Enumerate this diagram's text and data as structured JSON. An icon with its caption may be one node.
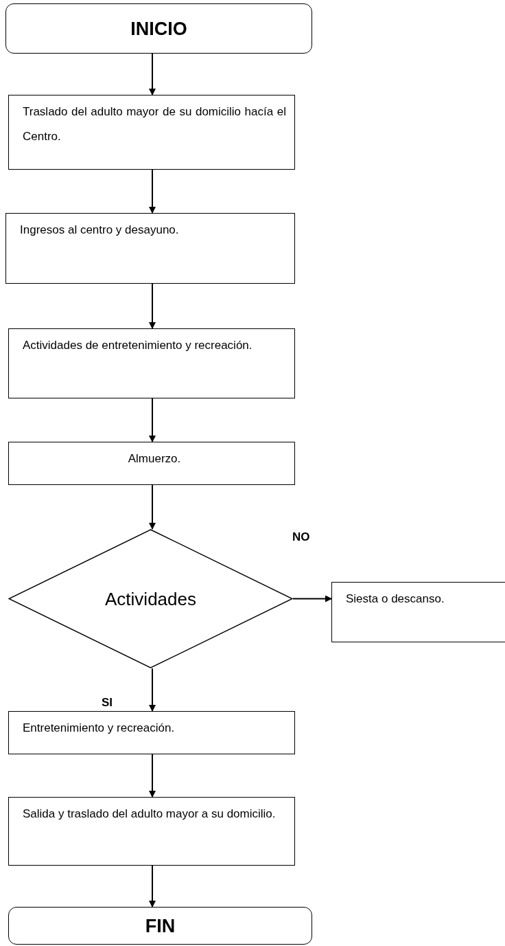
{
  "diagram": {
    "nodes": [
      {
        "text": [
          "INICIO"
        ]
      },
      {
        "text": [
          "Traslado del adulto mayor de su domicilio hacía el Centro."
        ]
      },
      {
        "text": [
          "Ingresos al centro y desayuno."
        ]
      },
      {
        "text": [
          "Actividades de entretenimiento y recreación."
        ]
      },
      {
        "text": [
          "Almuerzo."
        ]
      },
      {
        "text": [
          "Actividades"
        ]
      },
      {
        "text": [
          "Siesta o descanso."
        ]
      },
      {
        "text": [
          "Entretenimiento y recreación."
        ]
      },
      {
        "text": [
          "Salida y  traslado del adulto mayor a su domicilio."
        ]
      },
      {
        "text": [
          "FIN"
        ]
      }
    ],
    "edges": [
      {
        "from": 0,
        "to": 1,
        "arrow": "to"
      },
      {
        "from": 1,
        "to": 2,
        "arrow": "to"
      },
      {
        "from": 2,
        "to": 3,
        "arrow": "to"
      },
      {
        "from": 3,
        "to": 4,
        "arrow": "to"
      },
      {
        "from": 4,
        "to": 5,
        "arrow": "to"
      },
      {
        "from": 5,
        "to": 6,
        "arrow": "to",
        "label": "NO"
      },
      {
        "from": 5,
        "to": 7,
        "arrow": "to",
        "label": "SI"
      },
      {
        "from": 7,
        "to": 8,
        "arrow": "to"
      },
      {
        "from": 8,
        "to": 9,
        "arrow": "to"
      }
    ]
  }
}
